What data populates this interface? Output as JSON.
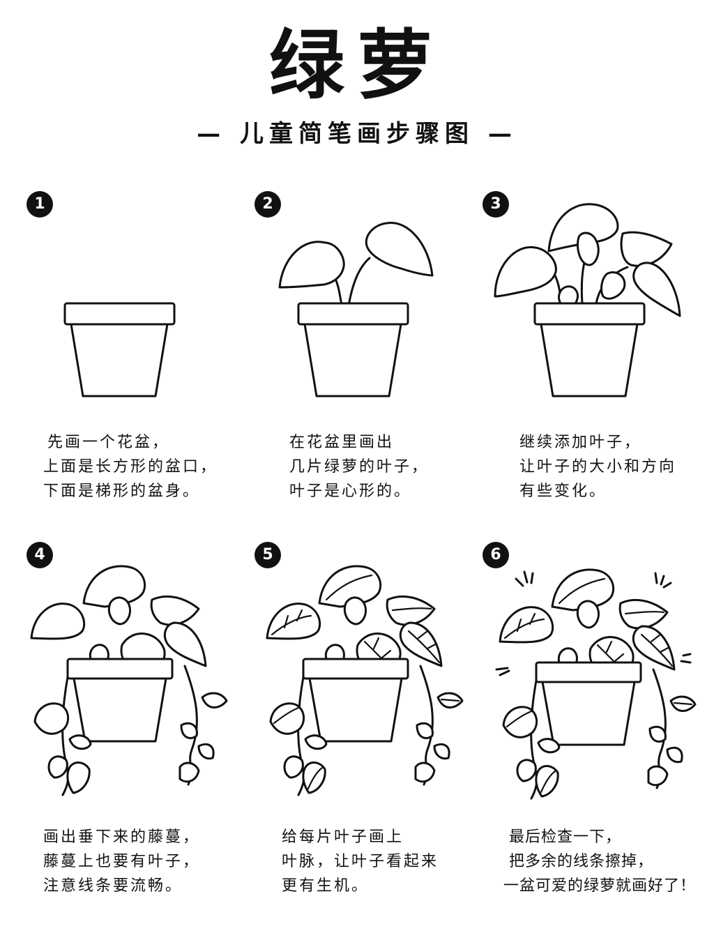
{
  "title": "绿萝",
  "subtitle": "— 儿童简笔画步骤图 —",
  "steps": [
    {
      "number": "1",
      "lines": [
        "先画一个花盆，",
        "上面是长方形的盆口，",
        "下面是梯形的盆身。"
      ]
    },
    {
      "number": "2",
      "lines": [
        "在花盆里画出",
        "几片绿萝的叶子，",
        "叶子是心形的。"
      ]
    },
    {
      "number": "3",
      "lines": [
        "继续添加叶子，",
        "让叶子的大小和方向",
        "有些变化。"
      ]
    },
    {
      "number": "4",
      "lines": [
        "画出垂下来的藤蔓，",
        "藤蔓上也要有叶子，",
        "注意线条要流畅。"
      ]
    },
    {
      "number": "5",
      "lines": [
        "给每片叶子画上",
        "叶脉，让叶子看起来",
        "更有生机。"
      ]
    },
    {
      "number": "6",
      "lines": [
        "最后检查一下，",
        "把多余的线条擦掉，",
        "一盆可爱的绿萝就画好了！"
      ]
    }
  ]
}
